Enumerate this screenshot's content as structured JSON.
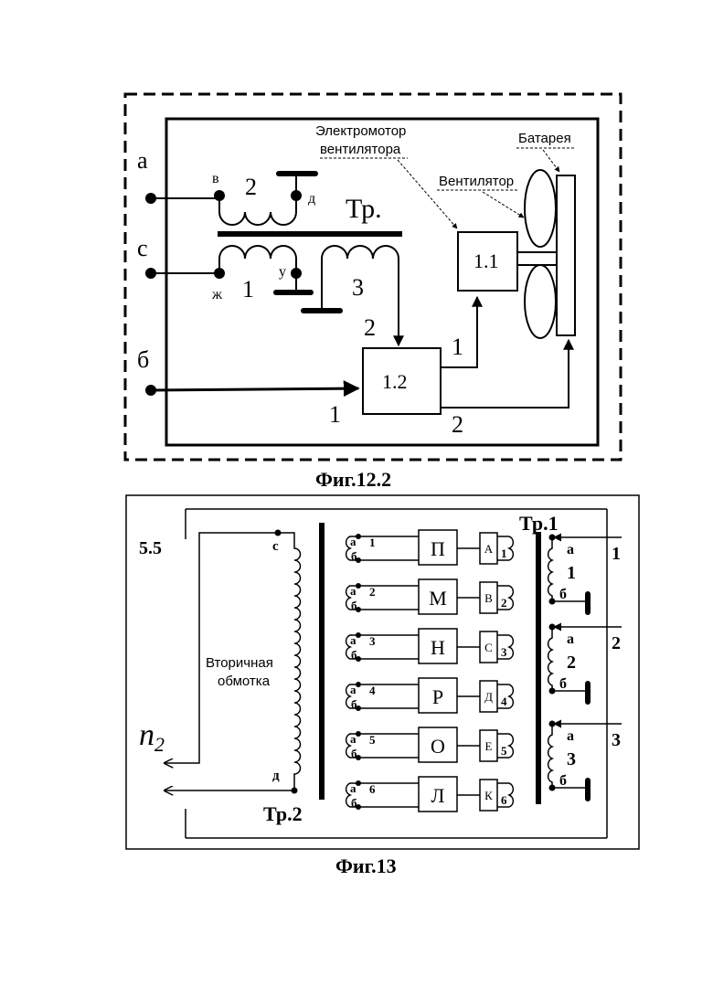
{
  "fig12": {
    "caption": "Фиг.12.2",
    "terminal_a": "а",
    "terminal_c": "с",
    "terminal_b": "б",
    "pin_v": "в",
    "pin_d": "д",
    "pin_zh": "ж",
    "pin_u": "у",
    "winding_1": "1",
    "winding_2": "2",
    "winding_3": "3",
    "transformer": "Тр.",
    "motor_label_line1": "Электромотор",
    "motor_label_line2": "вентилятора",
    "fan_label": "Вентилятор",
    "battery_label": "Батарея",
    "block_motor": "1.1",
    "block_control": "1.2",
    "line_in_2": "2",
    "line_in_1": "1",
    "line_out_1": "1",
    "line_out_2": "2"
  },
  "fig13": {
    "caption": "Фиг.13",
    "label_55": "5.5",
    "n2_base": "n",
    "n2_sub": "2",
    "secondary_line1": "Вторичная",
    "secondary_line2": "обмотка",
    "pin_c": "с",
    "pin_d": "д",
    "tr1": "Тр.1",
    "tr2": "Тр.2",
    "coil_pin_a": "а",
    "coil_pin_b": "б",
    "inputs": [
      "1",
      "2",
      "3"
    ],
    "primary_numbers": [
      "1",
      "2",
      "3"
    ],
    "rows": [
      {
        "num": "1",
        "letter": "П",
        "sub": "А",
        "right": "1"
      },
      {
        "num": "2",
        "letter": "М",
        "sub": "В",
        "right": "2"
      },
      {
        "num": "3",
        "letter": "Н",
        "sub": "С",
        "right": "3"
      },
      {
        "num": "4",
        "letter": "Р",
        "sub": "Д",
        "right": "4"
      },
      {
        "num": "5",
        "letter": "О",
        "sub": "Е",
        "right": "5"
      },
      {
        "num": "6",
        "letter": "Л",
        "sub": "К",
        "right": "6"
      }
    ]
  }
}
